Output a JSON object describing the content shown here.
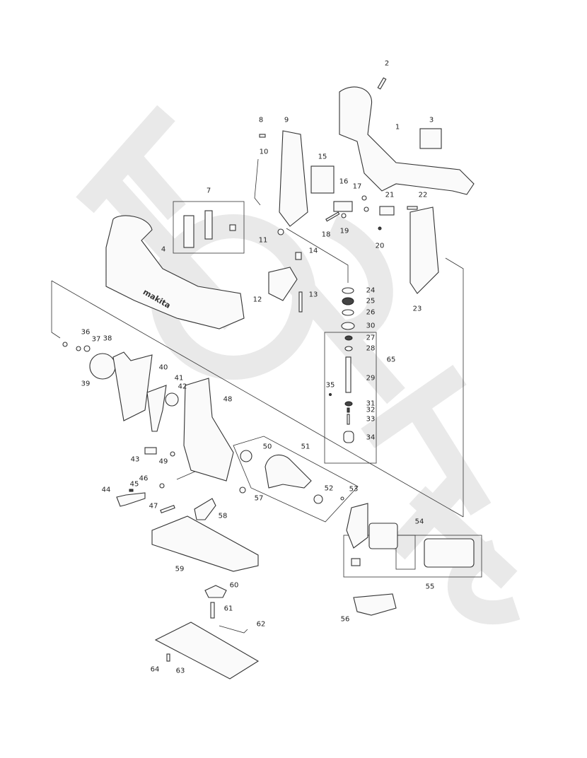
{
  "diagram": {
    "type": "exploded-parts-diagram",
    "brand_on_housing": "makita",
    "watermark": "FORTEC",
    "part_labels": [
      "1",
      "2",
      "3",
      "4",
      "7",
      "8",
      "9",
      "10",
      "11",
      "12",
      "13",
      "14",
      "15",
      "16",
      "17",
      "18",
      "19",
      "20",
      "21",
      "22",
      "23",
      "24",
      "25",
      "26",
      "27",
      "28",
      "29",
      "30",
      "31",
      "32",
      "33",
      "34",
      "35",
      "36",
      "37",
      "38",
      "39",
      "40",
      "41",
      "42",
      "43",
      "44",
      "45",
      "46",
      "47",
      "48",
      "49",
      "50",
      "51",
      "52",
      "53",
      "54",
      "55",
      "56",
      "57",
      "58",
      "59",
      "60",
      "61",
      "62",
      "63",
      "64",
      "65"
    ]
  }
}
